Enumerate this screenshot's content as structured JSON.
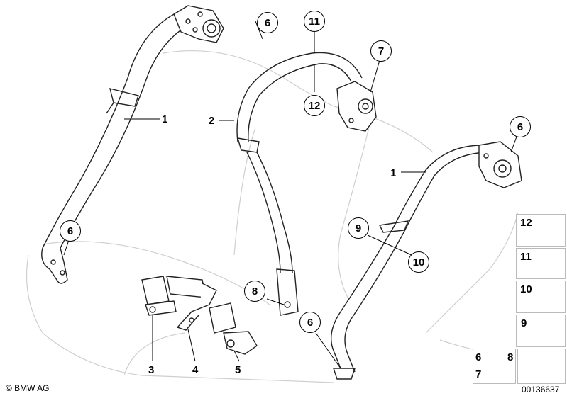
{
  "diagram": {
    "callouts": [
      {
        "id": "c6_top",
        "label": "6"
      },
      {
        "id": "c11",
        "label": "11"
      },
      {
        "id": "c7",
        "label": "7"
      },
      {
        "id": "c12_mid",
        "label": "12"
      },
      {
        "id": "c6_right",
        "label": "6"
      },
      {
        "id": "c6_left",
        "label": "6"
      },
      {
        "id": "c9",
        "label": "9"
      },
      {
        "id": "c10",
        "label": "10"
      },
      {
        "id": "c8",
        "label": "8"
      },
      {
        "id": "c6_bottom",
        "label": "6"
      }
    ],
    "plain_labels": [
      {
        "id": "l1_left",
        "label": "1"
      },
      {
        "id": "l2",
        "label": "2"
      },
      {
        "id": "l1_right",
        "label": "1"
      },
      {
        "id": "l3",
        "label": "3"
      },
      {
        "id": "l4",
        "label": "4"
      },
      {
        "id": "l5",
        "label": "5"
      }
    ],
    "legend": [
      {
        "id": "leg12",
        "label": "12",
        "icon": "plug-flat-icon"
      },
      {
        "id": "leg11",
        "label": "11",
        "icon": "plug-dome-icon"
      },
      {
        "id": "leg10",
        "label": "10",
        "icon": "cap-icon"
      },
      {
        "id": "leg9",
        "label": "9",
        "icon": "clip-icon"
      }
    ],
    "legend_bolt": {
      "label_a": "6",
      "label_b": "8",
      "label_c": "7",
      "icon": "bolt-icon"
    },
    "legend_arrow_icon": "direction-arrow-icon"
  },
  "footer": {
    "brand": "© BMW AG",
    "part_number": "00136637"
  }
}
